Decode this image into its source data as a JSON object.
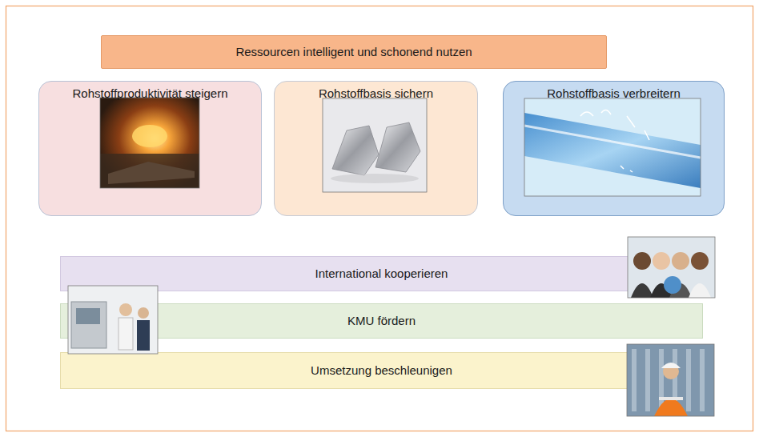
{
  "diagram": {
    "nodes": [
      {
        "text": [
          "Ressourcen intelligent und schonend nutzen"
        ]
      },
      {
        "text": [
          "Rohstoffproduktivität steigern"
        ]
      },
      {
        "text": [
          "Rohstoffbasis sichern"
        ]
      },
      {
        "text": [
          "Rohstoffbasis verbreitern"
        ]
      },
      {
        "text": [
          "International kooperieren"
        ]
      },
      {
        "text": [
          "KMU fördern"
        ]
      },
      {
        "text": [
          "Umsetzung beschleunigen"
        ]
      }
    ]
  }
}
